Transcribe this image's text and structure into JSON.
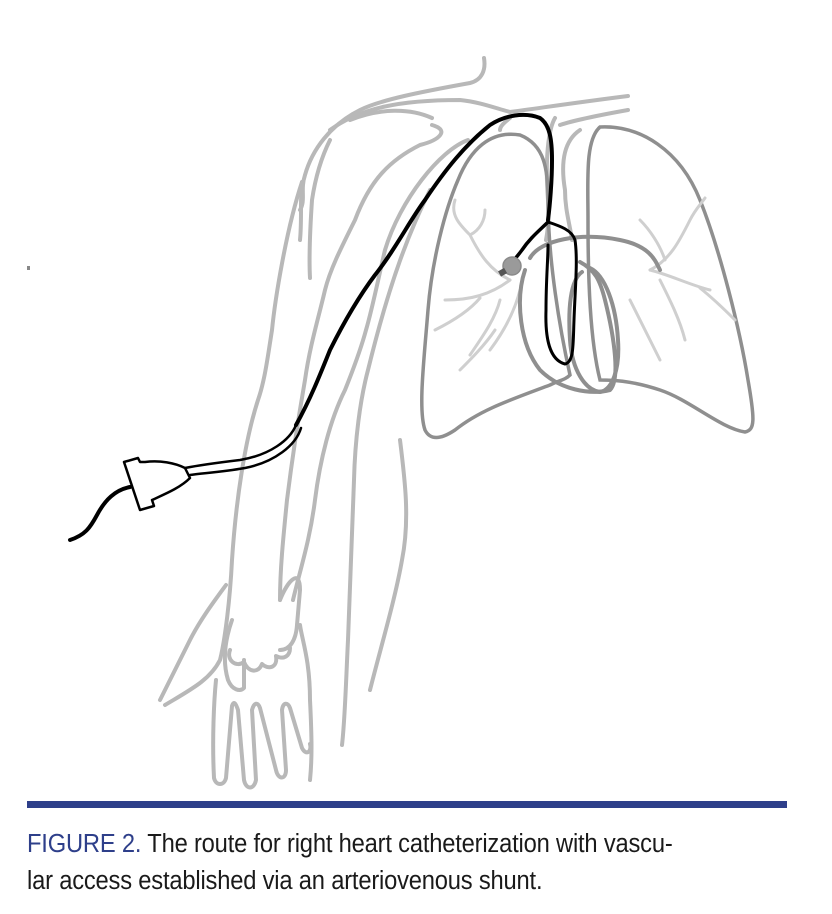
{
  "figure": {
    "label": "FIGURE 2.",
    "caption_line1": " The route for right heart catheterization with vascu-",
    "caption_line2": "lar access established via an arteriovenous shunt.",
    "caption_full": "The route for right heart catheterization with vascular access established via an arteriovenous shunt.",
    "illustration": "arm-vein-catheter-route-to-right-heart",
    "colors": {
      "accent": "#2e3f8a",
      "outline": "#b5b5b5",
      "catheter": "#000000",
      "text": "#1a1a1a"
    }
  }
}
